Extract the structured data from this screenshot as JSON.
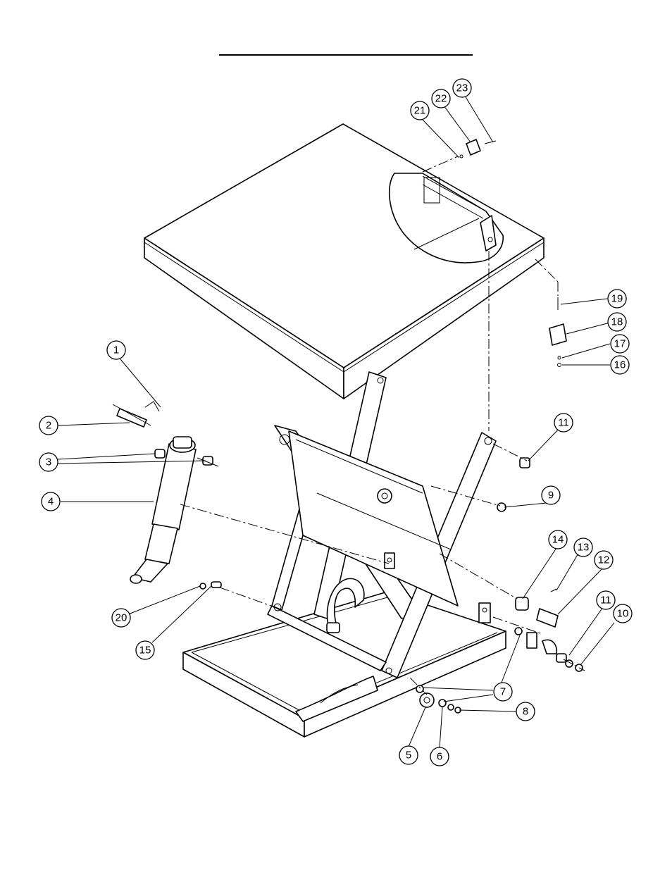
{
  "balloons": [
    {
      "label": "1"
    },
    {
      "label": "2"
    },
    {
      "label": "3"
    },
    {
      "label": "4"
    },
    {
      "label": "5"
    },
    {
      "label": "6"
    },
    {
      "label": "7"
    },
    {
      "label": "8"
    },
    {
      "label": "9"
    },
    {
      "label": "10"
    },
    {
      "label": "11"
    },
    {
      "label": "11"
    },
    {
      "label": "12"
    },
    {
      "label": "13"
    },
    {
      "label": "14"
    },
    {
      "label": "15"
    },
    {
      "label": "16"
    },
    {
      "label": "17"
    },
    {
      "label": "18"
    },
    {
      "label": "19"
    },
    {
      "label": "20"
    },
    {
      "label": "21"
    },
    {
      "label": "22"
    },
    {
      "label": "23"
    }
  ]
}
